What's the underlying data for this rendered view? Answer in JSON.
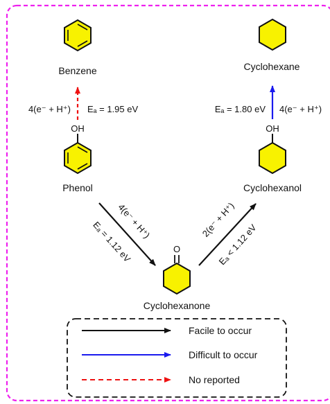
{
  "compounds": {
    "benzene": "Benzene",
    "phenol": "Phenol",
    "phenol_oh": "OH",
    "cyclohexane": "Cyclohexane",
    "cyclohexanol": "Cyclohexanol",
    "cyclohexanol_oh": "OH",
    "cyclohexanone": "Cyclohexanone",
    "cyclohexanone_o": "O"
  },
  "reactions": {
    "phenol_to_benzene": {
      "reagent": "4(e⁻ + H⁺)",
      "ea": "Eₐ = 1.95 eV"
    },
    "cyclohexanol_to_cyclohexane": {
      "ea": "Eₐ = 1.80 eV",
      "reagent": "4(e⁻ + H⁺)"
    },
    "phenol_to_cyclohexanone": {
      "reagent": "4(e⁻ + H⁺)",
      "ea": "Eₐ = 1.12 eV"
    },
    "cyclohexanone_to_cyclohexanol": {
      "reagent": "2(e⁻ + H⁺)",
      "ea": "Eₐ < 1.12 eV"
    }
  },
  "legend": {
    "facile": "Facile to occur",
    "difficult": "Difficult to occur",
    "not_reported": "No reported"
  },
  "colors": {
    "frame": "#ee22ee",
    "ring_fill": "#f8f200",
    "facile": "#111111",
    "difficult": "#1a1aee",
    "not_reported": "#ee1111"
  }
}
